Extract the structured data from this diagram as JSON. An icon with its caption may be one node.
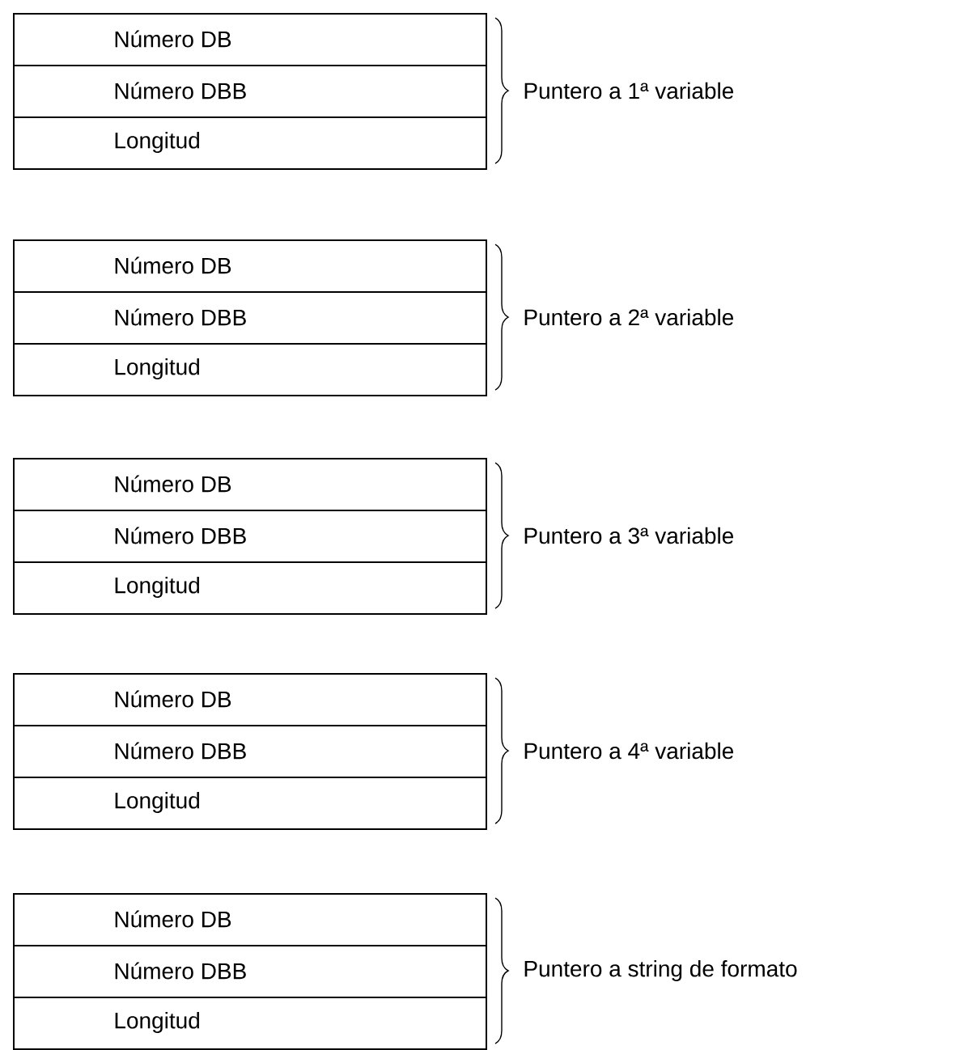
{
  "diagram": {
    "nodes": [
      {
        "text": [
          "Número DB"
        ]
      },
      {
        "text": [
          "Número DBB"
        ]
      },
      {
        "text": [
          "Longitud"
        ]
      },
      {
        "text": [
          "Número DB"
        ]
      },
      {
        "text": [
          "Número DBB"
        ]
      },
      {
        "text": [
          "Longitud"
        ]
      },
      {
        "text": [
          "Número DB"
        ]
      },
      {
        "text": [
          "Número DBB"
        ]
      },
      {
        "text": [
          "Longitud"
        ]
      },
      {
        "text": [
          "Número DB"
        ]
      },
      {
        "text": [
          "Número DBB"
        ]
      },
      {
        "text": [
          "Longitud"
        ]
      },
      {
        "text": [
          "Número DB"
        ]
      },
      {
        "text": [
          "Número DBB"
        ]
      },
      {
        "text": [
          "Longitud"
        ]
      }
    ],
    "labels": [
      "Puntero a 1ª variable",
      "Puntero a 2ª variable",
      "Puntero a 3ª variable",
      "Puntero a 4ª variable",
      "Puntero a string de formato"
    ]
  }
}
